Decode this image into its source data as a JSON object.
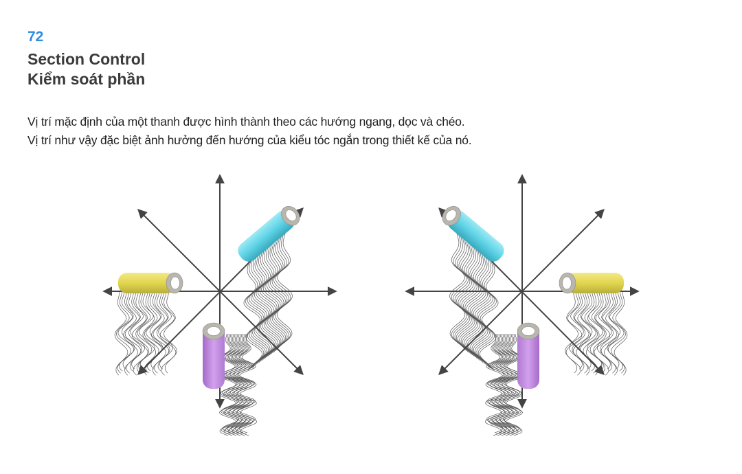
{
  "page": {
    "number": "72",
    "title_en": "Section Control",
    "title_vi": "Kiểm soát phần",
    "body_lines": [
      "Vị trí mặc định của một thanh được hình thành theo các hướng ngang, dọc và chéo.",
      "Vị trí như vậy đặc biệt ảnh hưởng đến hướng của kiểu tóc ngắn trong thiết kế của nó."
    ]
  },
  "colors": {
    "accent": "#2d8be0",
    "axis": "#444444",
    "hair": "#555555",
    "roller_yellow": "#e3d85c",
    "roller_cyan": "#5fd3e6",
    "roller_violet": "#c58fe0",
    "roller_cap": "#b9b6b0"
  },
  "diagrams": [
    {
      "name": "diagram-left",
      "mirrored": false,
      "rollers": [
        "horizontal-yellow",
        "diagonal-cyan",
        "vertical-violet"
      ]
    },
    {
      "name": "diagram-right",
      "mirrored": true,
      "rollers": [
        "horizontal-yellow",
        "diagonal-cyan",
        "vertical-violet"
      ]
    }
  ]
}
